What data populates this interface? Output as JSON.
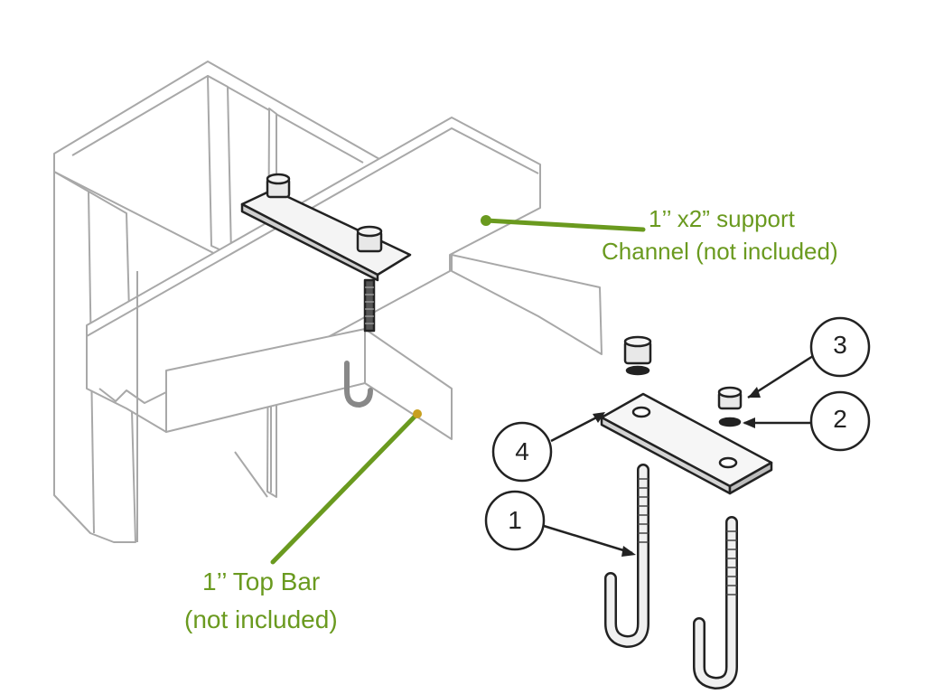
{
  "labels": {
    "channel_line1": "1’’ x2” support",
    "channel_line2": "Channel (not included)",
    "topbar_line1": "1’’ Top Bar",
    "topbar_line2": "(not included)"
  },
  "part_numbers": [
    "1",
    "2",
    "3",
    "4"
  ],
  "colors": {
    "callout_green": "#6a9a1f",
    "line_drawing": "#9a9a9a",
    "hardware": "#222222"
  }
}
